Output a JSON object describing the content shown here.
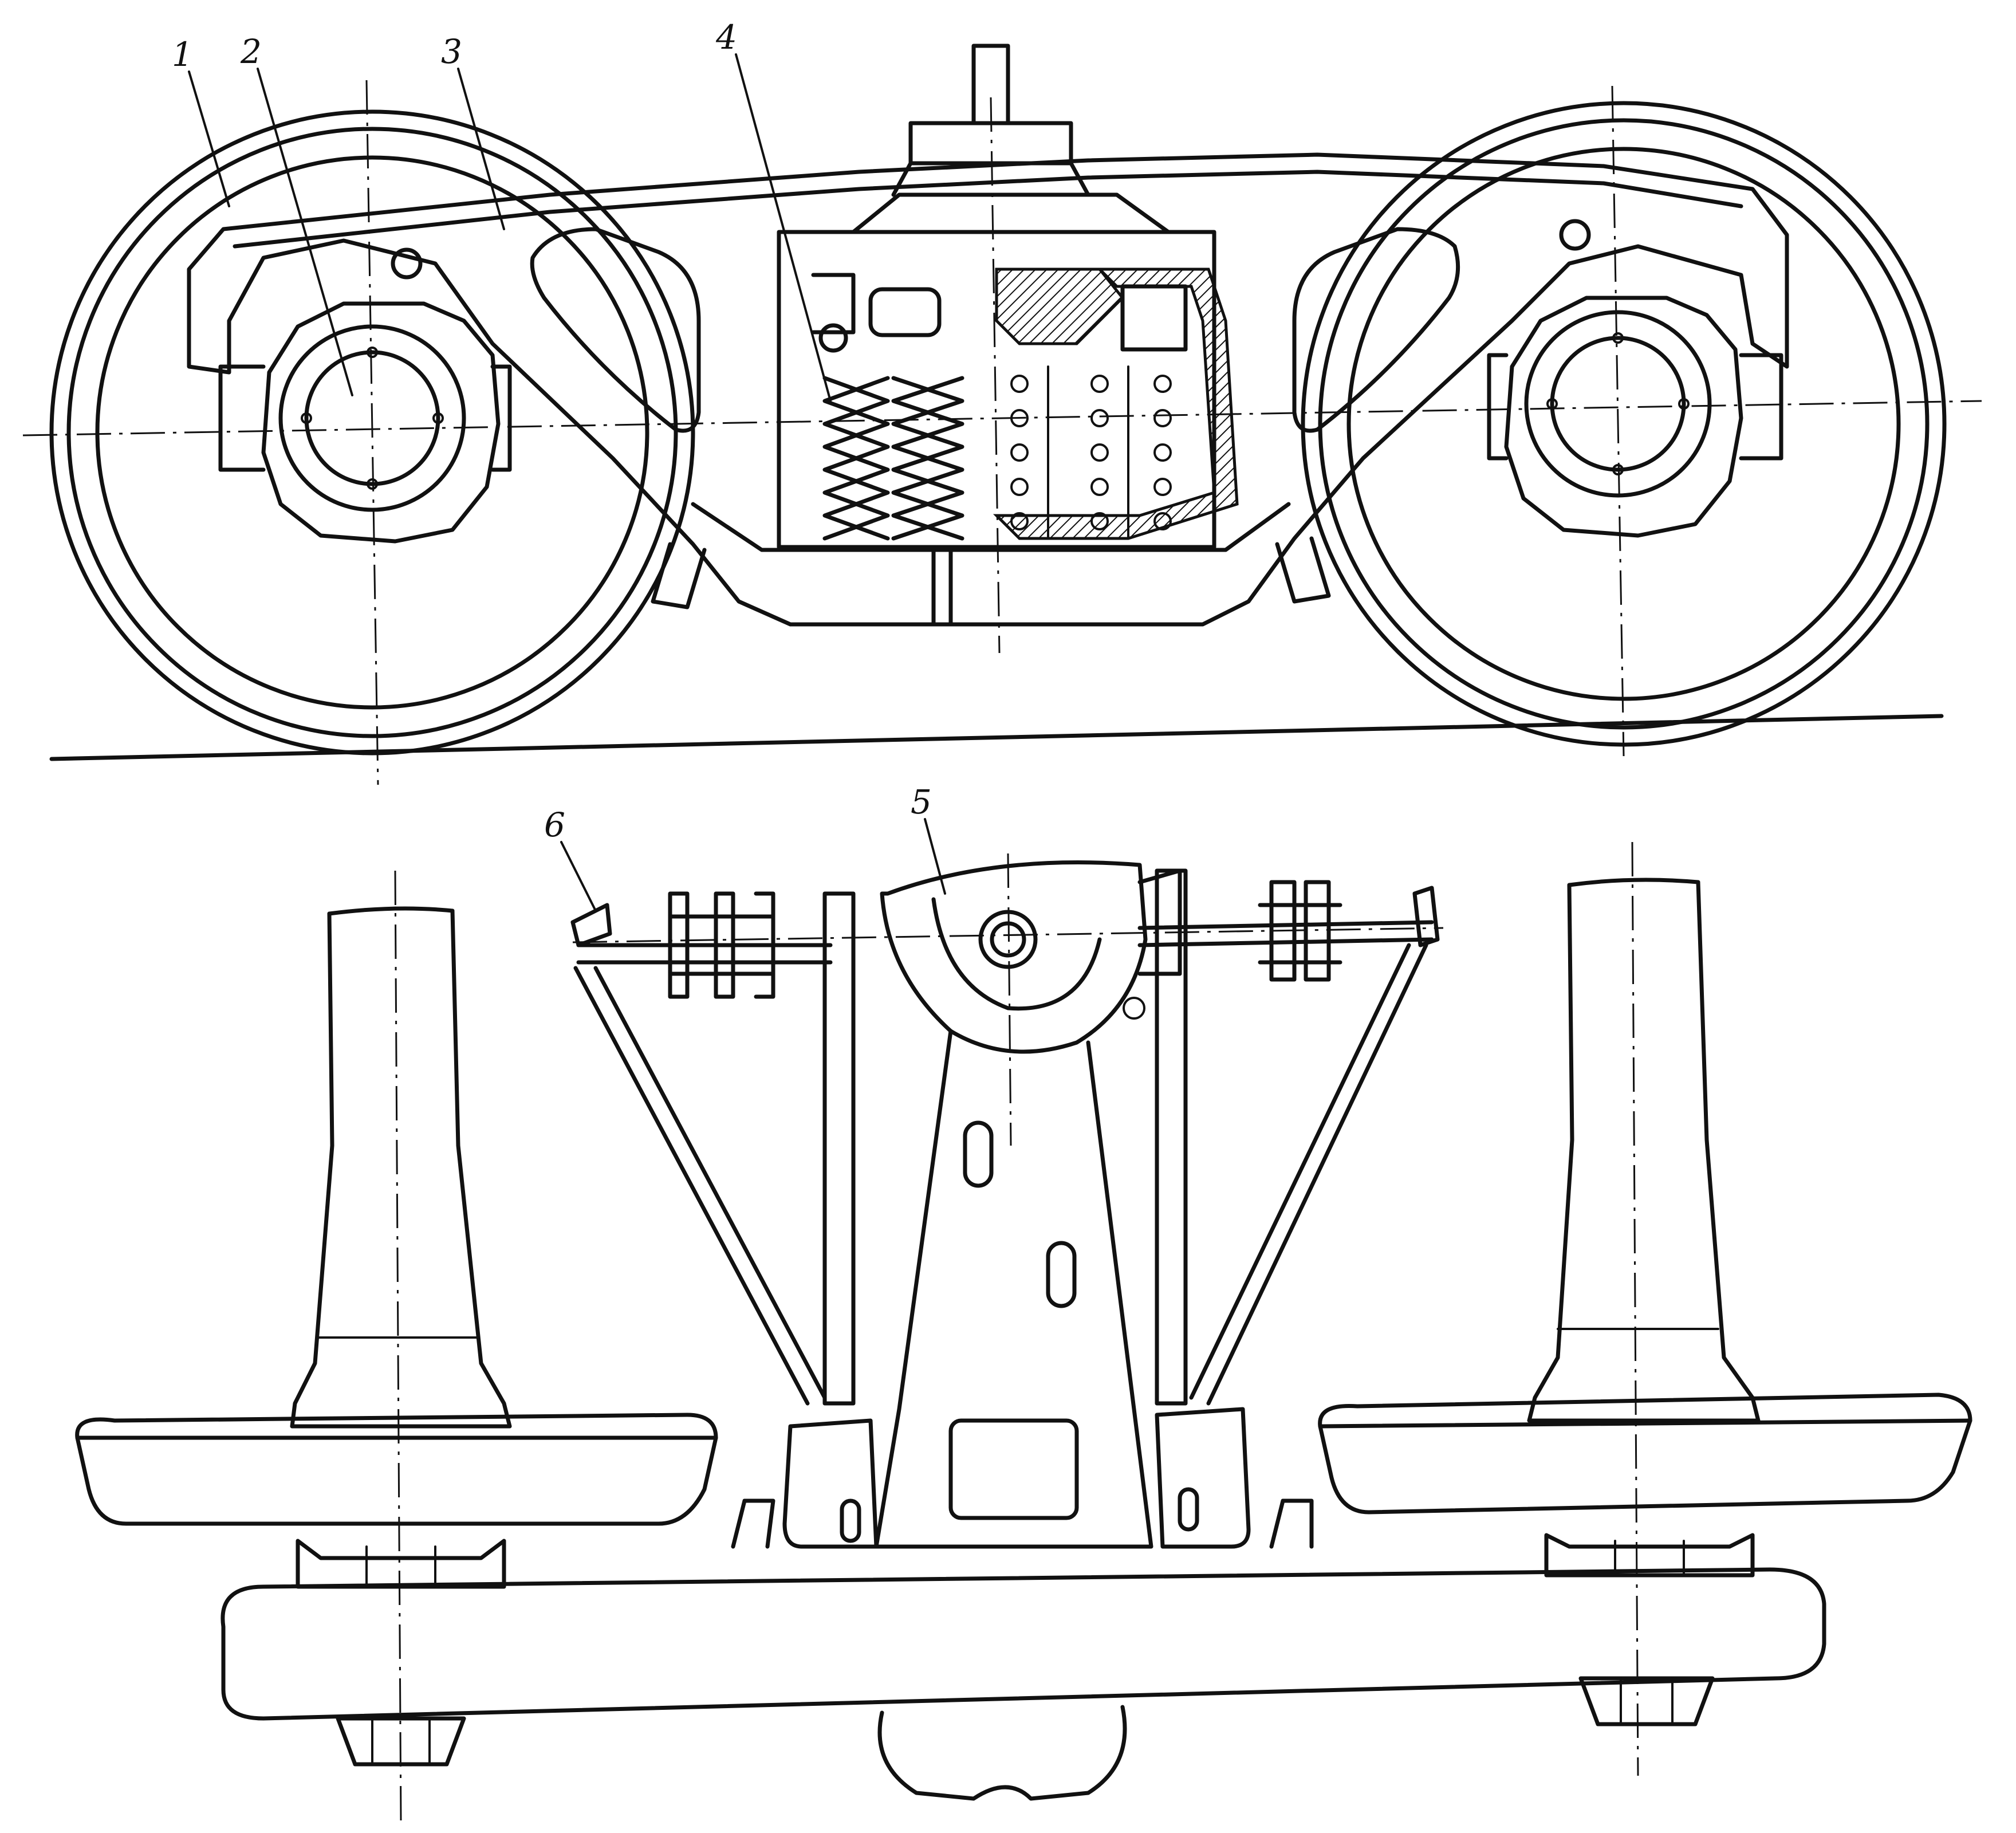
{
  "figure": {
    "labels": {
      "l1": "1",
      "l2": "2",
      "l3": "3",
      "l4": "4",
      "l5": "5",
      "l6": "6"
    },
    "colors": {
      "ink": "#111111",
      "paper": "#ffffff"
    }
  }
}
